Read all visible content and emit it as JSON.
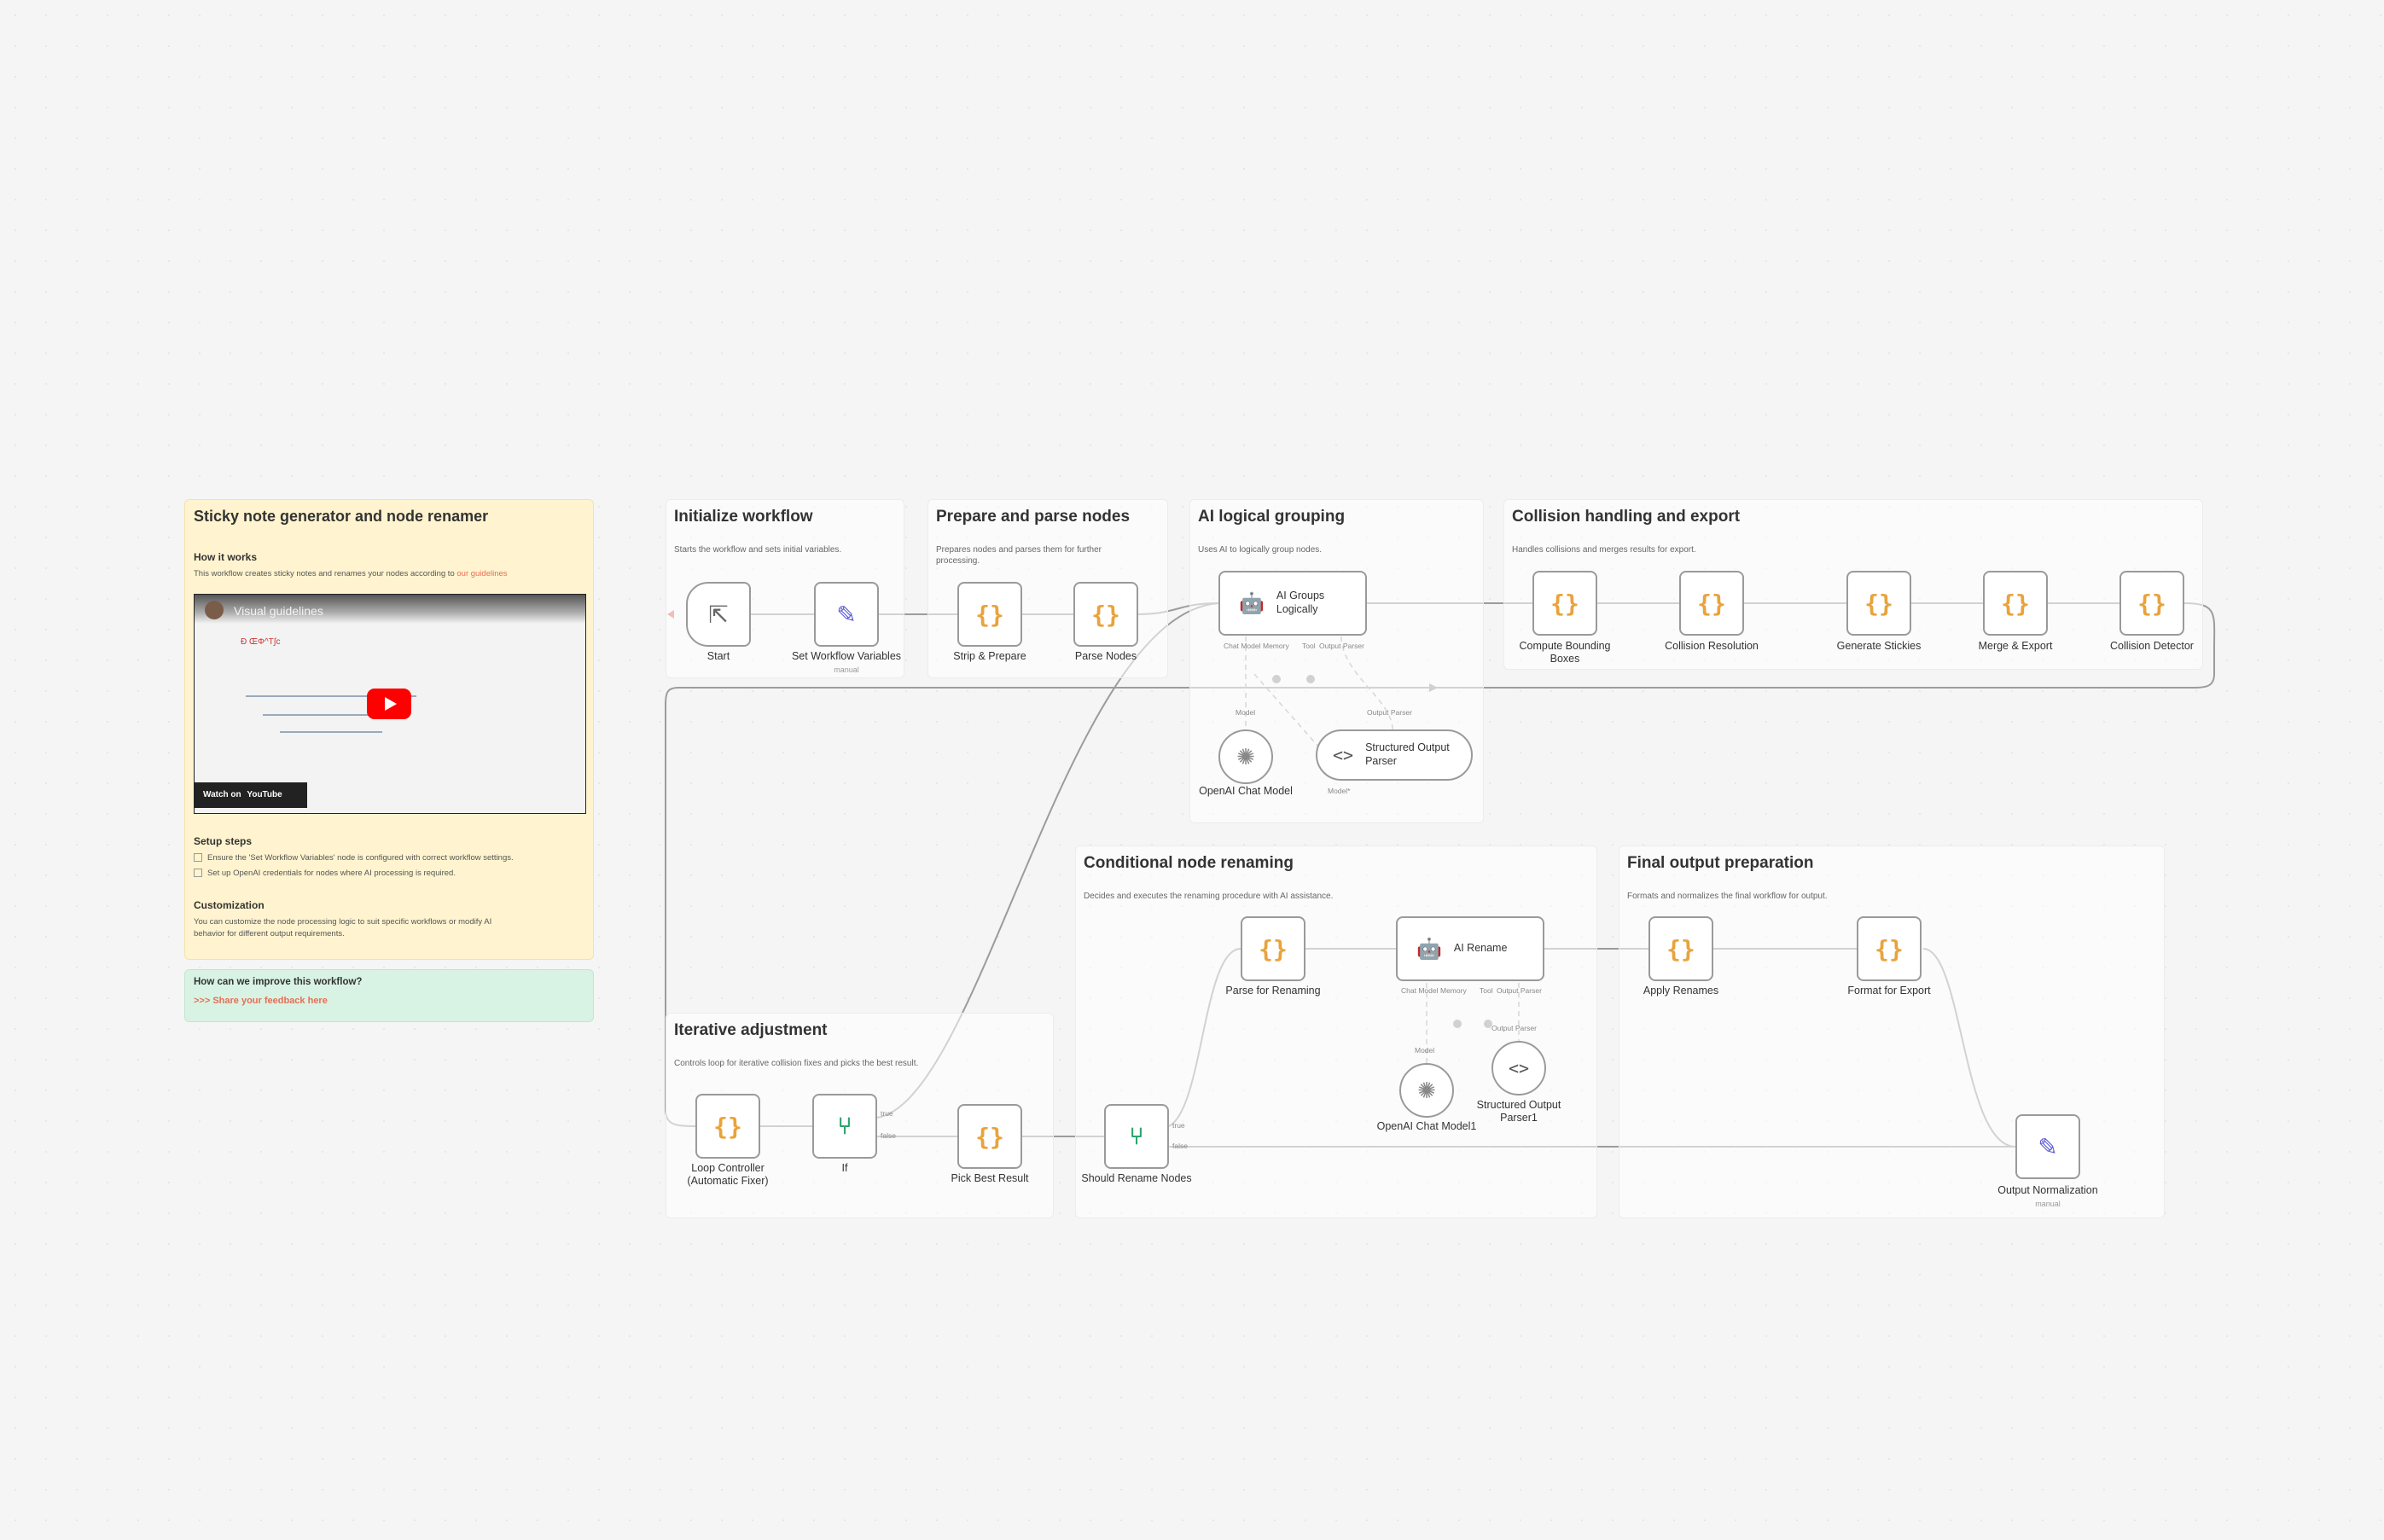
{
  "sticky": {
    "title": "Sticky note generator and node renamer",
    "how_heading": "How it works",
    "how_text": "This workflow creates sticky notes and renames your nodes according to ",
    "how_link": "our guidelines",
    "video_title": "Visual guidelines",
    "video_watch_prefix": "Watch on",
    "video_watch_brand": "YouTube",
    "video_sub_label": "Đ ŒΦ^T∫c",
    "setup_heading": "Setup steps",
    "setup_step_1": "Ensure the 'Set Workflow Variables' node is configured with correct workflow settings.",
    "setup_step_2": "Set up OpenAI credentials for nodes where AI processing is required.",
    "custom_heading": "Customization",
    "custom_text_1": "You can customize the node processing logic to suit specific workflows or modify AI",
    "custom_text_2": "behavior for different output requirements."
  },
  "feedback": {
    "question": "How can we improve this workflow?",
    "link": ">>> Share your feedback here"
  },
  "groups": {
    "init": {
      "title": "Initialize workflow",
      "desc": "Starts the workflow and sets initial variables."
    },
    "prepare": {
      "title": "Prepare and parse nodes",
      "desc1": "Prepares nodes and parses them for further",
      "desc2": "processing."
    },
    "ai": {
      "title": "AI logical grouping",
      "desc": "Uses AI to logically group nodes."
    },
    "collision": {
      "title": "Collision handling and export",
      "desc": "Handles collisions and merges results for export."
    },
    "conditional": {
      "title": "Conditional node renaming",
      "desc": "Decides and executes the renaming procedure with AI assistance."
    },
    "final": {
      "title": "Final output preparation",
      "desc": "Formats and normalizes the final workflow for output."
    },
    "iterative": {
      "title": "Iterative adjustment",
      "desc": "Controls loop for iterative collision fixes and picks the best result."
    }
  },
  "nodes": {
    "start": "Start",
    "set_vars": "Set Workflow Variables",
    "set_vars_sub": "manual",
    "strip": "Strip & Prepare",
    "parse": "Parse Nodes",
    "ai_groups": "AI Groups Logically",
    "openai_chat": "OpenAI Chat Model",
    "structured_parser": "Structured Output Parser",
    "compute_bbox": "Compute Bounding Boxes",
    "collision_resolution": "Collision Resolution",
    "generate_stickies": "Generate Stickies",
    "merge_export": "Merge & Export",
    "collision_detector": "Collision Detector",
    "loop_controller": "Loop Controller (Automatic Fixer)",
    "if": "If",
    "pick_best": "Pick Best Result",
    "should_rename": "Should Rename Nodes",
    "parse_renaming": "Parse for Renaming",
    "ai_rename": "AI Rename",
    "openai_chat1": "OpenAI Chat Model1",
    "structured_parser1": "Structured Output Parser1",
    "apply_renames": "Apply Renames",
    "format_export": "Format for Export",
    "output_norm": "Output Normalization",
    "output_norm_sub": "manual"
  },
  "ports": {
    "chat_model": "Chat Model",
    "memory": "Memory",
    "tool": "Tool",
    "output_parser": "Output Parser",
    "model": "Model",
    "model_req": "Model*",
    "true": "true",
    "false": "false"
  },
  "colors": {
    "braces": "#e9a33c",
    "pen": "#5a5ad6",
    "if": "#2aa56e",
    "link": "#e66e55",
    "sticky_yellow": "#fff4cf",
    "sticky_green": "#d8f3e3"
  },
  "icons": {
    "code_node": "braces-icon",
    "set_node": "pen-icon",
    "if_node": "if-branch-icon",
    "trigger": "cursor-icon",
    "agent": "robot-icon",
    "parser": "code-bracket-icon",
    "llm": "openai-icon"
  }
}
